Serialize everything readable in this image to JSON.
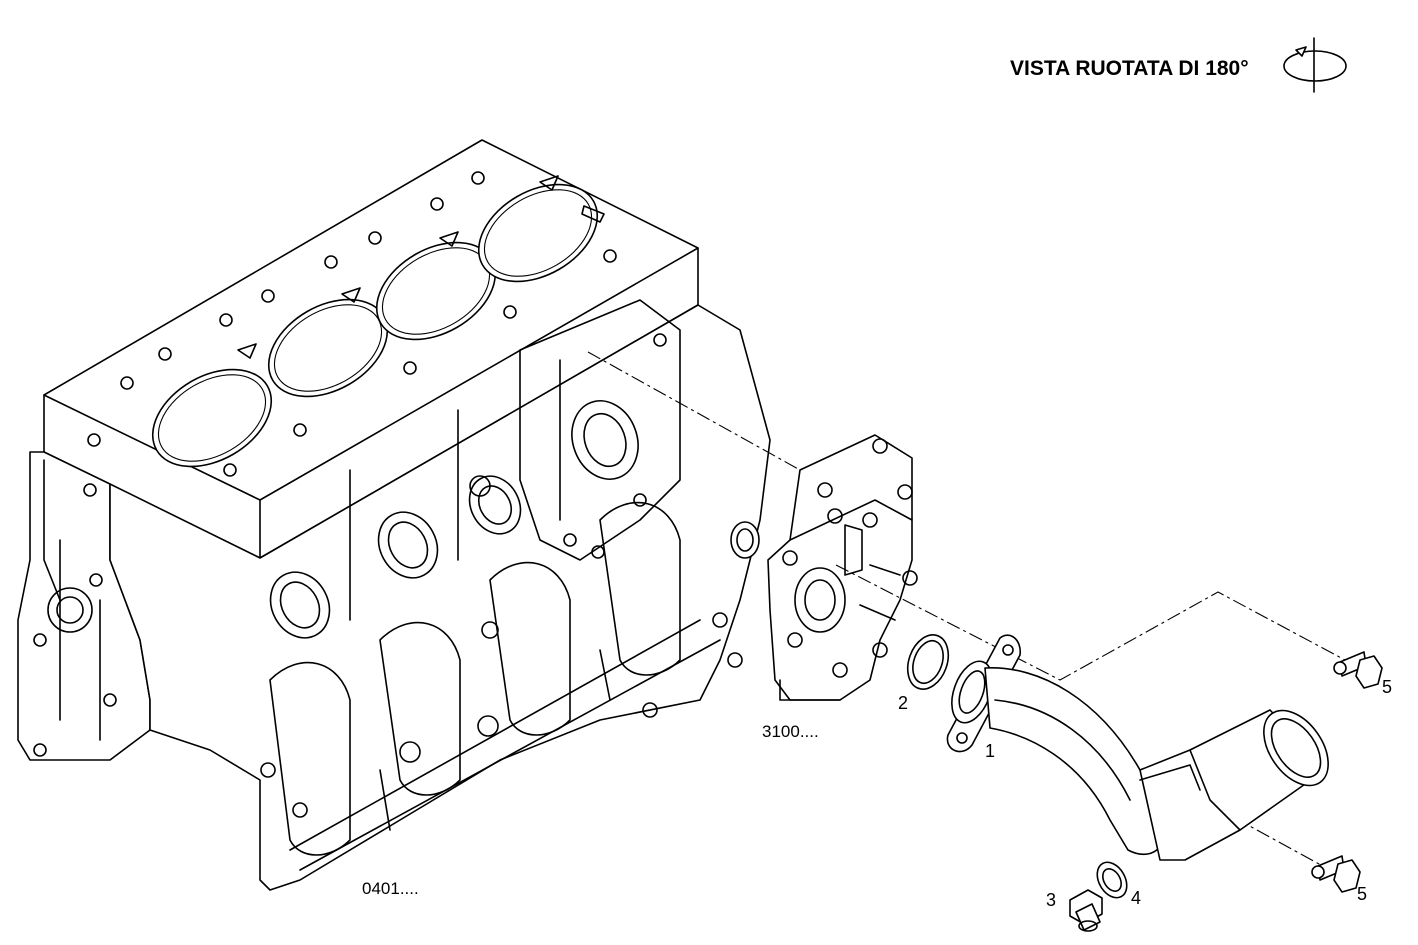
{
  "header": {
    "view_note": "VISTA RUOTATA DI 180°"
  },
  "icons": {
    "rotation": "rotate-180-icon"
  },
  "callouts": {
    "block_ref": "0401....",
    "cover_ref": "3100....",
    "items": [
      "1",
      "2",
      "3",
      "4",
      "5",
      "5"
    ]
  }
}
